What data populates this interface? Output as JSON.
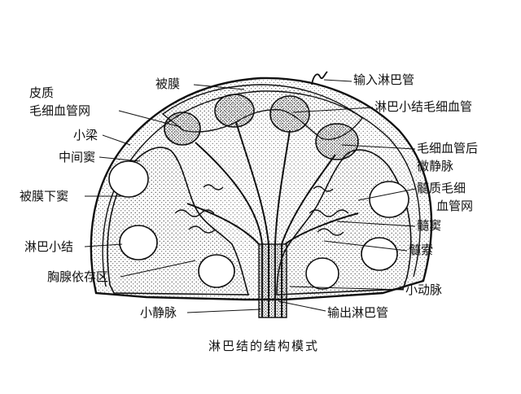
{
  "caption": "淋巴结的结构模式",
  "labels": {
    "capsule": "被膜",
    "afferent_vessel": "输入淋巴管",
    "cortex": "皮质",
    "cortex_capillary_net": "毛细血管网",
    "nodule_capillary": "淋巴小结毛细血管",
    "trabecula": "小梁",
    "intermediate_sinus": "中间窦",
    "postcapillary_venule_1": "毛细血管后",
    "postcapillary_venule_2": "微静脉",
    "subcapsular_sinus": "被膜下窦",
    "medulla_capillary_net_1": "髓质毛细",
    "medulla_capillary_net_2": "血管网",
    "medullary_sinus": "髓窦",
    "lymph_nodule": "淋巴小结",
    "medullary_cord": "髓索",
    "thymus_dependent_area": "胸腺依存区",
    "small_artery": "小动脉",
    "small_vein": "小静脉",
    "efferent_vessel": "输出淋巴管"
  },
  "colors": {
    "ink": "#111111",
    "stipple": "#6b6b6b",
    "background": "#ffffff"
  }
}
